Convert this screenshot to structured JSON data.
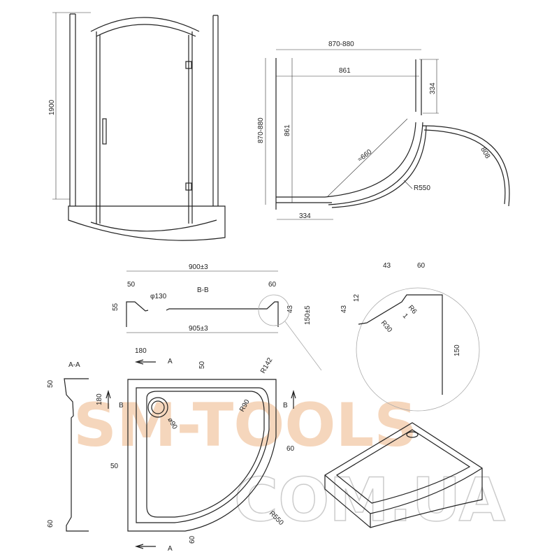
{
  "front_view": {
    "height": "1900"
  },
  "top_view": {
    "width_outer": "870-880",
    "width_inner": "861",
    "depth_outer": "870-880",
    "depth_inner": "861",
    "panel_right": "334",
    "panel_bottom": "334",
    "door_chord": "≈660",
    "door_swing": "808",
    "radius": "R550"
  },
  "section_bb": {
    "title": "B-B",
    "top_width": "900±3",
    "bottom_width": "905±3",
    "left_rim": "50",
    "right_rim": "60",
    "drain": "φ130",
    "left_height": "55",
    "rim_height": "43",
    "total_height": "150±5"
  },
  "detail": {
    "w1": "43",
    "w2": "60",
    "h1": "12",
    "h2": "43",
    "r_small": "R6",
    "r_large": "R30",
    "thickness": "1",
    "height": "150"
  },
  "plan": {
    "section_aa": "A-A",
    "drain_offset_x": "180",
    "drain_offset_y": "180",
    "marker_a": "A",
    "marker_b": "B",
    "top_rim": "50",
    "left_rim": "50",
    "right_rim": "60",
    "bottom_rim": "60",
    "corner_radius": "R142",
    "inner_radius": "R90",
    "drain_dia": "⌀90",
    "arc_radius": "R550",
    "aa_top": "50",
    "aa_bottom": "60"
  },
  "watermark": {
    "line1": "SM-TOOLS",
    "line2": "COM.UA"
  }
}
